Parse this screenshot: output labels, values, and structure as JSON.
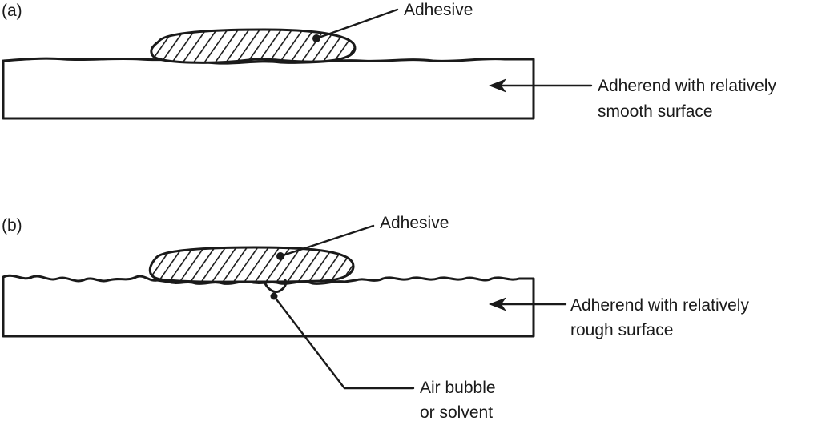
{
  "panel_a": {
    "tag": "(a)",
    "adhesive_label": "Adhesive",
    "adherend_label_line1": "Adherend with relatively",
    "adherend_label_line2": "smooth surface"
  },
  "panel_b": {
    "tag": "(b)",
    "adhesive_label": "Adhesive",
    "adherend_label_line1": "Adherend with relatively",
    "adherend_label_line2": "rough surface",
    "bubble_label_line1": "Air bubble",
    "bubble_label_line2": "or solvent"
  },
  "colors": {
    "ink": "#1a1a1a",
    "paper": "#ffffff"
  }
}
